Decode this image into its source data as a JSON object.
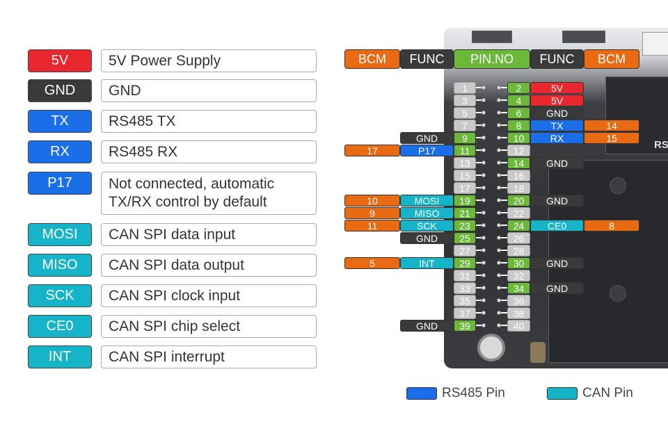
{
  "colors": {
    "power": "#e8282e",
    "gnd": "#3a3a3a",
    "rs485": "#1a6fe8",
    "can": "#16b4c8",
    "bcm": "#e86a12",
    "pin_active": "#6bb83a",
    "pin_inactive": "#c9c9c9"
  },
  "legend": [
    {
      "tag": "5V",
      "desc": "5V Power Supply",
      "color": "#e8282e"
    },
    {
      "tag": "GND",
      "desc": "GND",
      "color": "#3a3a3a"
    },
    {
      "tag": "TX",
      "desc": "RS485 TX",
      "color": "#1a6fe8"
    },
    {
      "tag": "RX",
      "desc": "RS485 RX",
      "color": "#1a6fe8"
    },
    {
      "tag": "P17",
      "desc": "Not connected, automatic TX/RX control by default",
      "color": "#1a6fe8"
    },
    {
      "tag": "MOSI",
      "desc": "CAN SPI data input",
      "color": "#16b4c8"
    },
    {
      "tag": "MISO",
      "desc": "CAN SPI data output",
      "color": "#16b4c8"
    },
    {
      "tag": "SCK",
      "desc": "CAN SPI clock input",
      "color": "#16b4c8"
    },
    {
      "tag": "CE0",
      "desc": "CAN SPI chip select",
      "color": "#16b4c8"
    },
    {
      "tag": "INT",
      "desc": "CAN SPI interrupt",
      "color": "#16b4c8"
    }
  ],
  "table_header": [
    "BCM",
    "FUNC",
    "PIN.NO",
    "FUNC",
    "BCM"
  ],
  "pins": [
    {
      "row": 1,
      "left": {
        "pin": "1",
        "active": false
      },
      "right": {
        "pin": "2",
        "active": true,
        "func": "5V",
        "func_color": "#e8282e"
      }
    },
    {
      "row": 2,
      "left": {
        "pin": "3",
        "active": false
      },
      "right": {
        "pin": "4",
        "active": true,
        "func": "5V",
        "func_color": "#e8282e"
      }
    },
    {
      "row": 3,
      "left": {
        "pin": "5",
        "active": false
      },
      "right": {
        "pin": "6",
        "active": true,
        "func": "GND",
        "func_color": "#3a3a3a"
      }
    },
    {
      "row": 4,
      "left": {
        "pin": "7",
        "active": false
      },
      "right": {
        "pin": "8",
        "active": true,
        "func": "TX",
        "func_color": "#1a6fe8",
        "bcm": "14"
      }
    },
    {
      "row": 5,
      "left": {
        "pin": "9",
        "active": true,
        "func": "GND",
        "func_color": "#3a3a3a"
      },
      "right": {
        "pin": "10",
        "active": true,
        "func": "RX",
        "func_color": "#1a6fe8",
        "bcm": "15"
      }
    },
    {
      "row": 6,
      "left": {
        "pin": "11",
        "active": true,
        "func": "P17",
        "func_color": "#1a6fe8",
        "bcm": "17"
      },
      "right": {
        "pin": "12",
        "active": false
      }
    },
    {
      "row": 7,
      "left": {
        "pin": "13",
        "active": false
      },
      "right": {
        "pin": "14",
        "active": true,
        "func": "GND",
        "func_color": "#3a3a3a"
      }
    },
    {
      "row": 8,
      "left": {
        "pin": "15",
        "active": false
      },
      "right": {
        "pin": "16",
        "active": false
      }
    },
    {
      "row": 9,
      "left": {
        "pin": "17",
        "active": false
      },
      "right": {
        "pin": "18",
        "active": false
      }
    },
    {
      "row": 10,
      "left": {
        "pin": "19",
        "active": true,
        "func": "MOSI",
        "func_color": "#16b4c8",
        "bcm": "10"
      },
      "right": {
        "pin": "20",
        "active": true,
        "func": "GND",
        "func_color": "#3a3a3a"
      }
    },
    {
      "row": 11,
      "left": {
        "pin": "21",
        "active": true,
        "func": "MISO",
        "func_color": "#16b4c8",
        "bcm": "9"
      },
      "right": {
        "pin": "22",
        "active": false
      }
    },
    {
      "row": 12,
      "left": {
        "pin": "23",
        "active": true,
        "func": "SCK",
        "func_color": "#16b4c8",
        "bcm": "11"
      },
      "right": {
        "pin": "24",
        "active": true,
        "func": "CE0",
        "func_color": "#16b4c8",
        "bcm": "8"
      }
    },
    {
      "row": 13,
      "left": {
        "pin": "25",
        "active": true,
        "func": "GND",
        "func_color": "#3a3a3a"
      },
      "right": {
        "pin": "26",
        "active": false
      }
    },
    {
      "row": 14,
      "left": {
        "pin": "27",
        "active": false
      },
      "right": {
        "pin": "28",
        "active": false
      }
    },
    {
      "row": 15,
      "left": {
        "pin": "29",
        "active": true,
        "func": "INT",
        "func_color": "#16b4c8",
        "bcm": "5"
      },
      "right": {
        "pin": "30",
        "active": true,
        "func": "GND",
        "func_color": "#3a3a3a"
      }
    },
    {
      "row": 16,
      "left": {
        "pin": "31",
        "active": false
      },
      "right": {
        "pin": "32",
        "active": false
      }
    },
    {
      "row": 17,
      "left": {
        "pin": "33",
        "active": false
      },
      "right": {
        "pin": "34",
        "active": true,
        "func": "GND",
        "func_color": "#3a3a3a"
      }
    },
    {
      "row": 18,
      "left": {
        "pin": "35",
        "active": false
      },
      "right": {
        "pin": "36",
        "active": false
      }
    },
    {
      "row": 19,
      "left": {
        "pin": "37",
        "active": false
      },
      "right": {
        "pin": "38",
        "active": false
      }
    },
    {
      "row": 20,
      "left": {
        "pin": "39",
        "active": true,
        "func": "GND",
        "func_color": "#3a3a3a"
      },
      "right": {
        "pin": "40",
        "active": false
      }
    }
  ],
  "board_labels": {
    "rs": "RS"
  },
  "bottom_legend": [
    {
      "label": "RS485 Pin",
      "color": "#1a6fe8"
    },
    {
      "label": "CAN Pin",
      "color": "#16b4c8"
    }
  ]
}
